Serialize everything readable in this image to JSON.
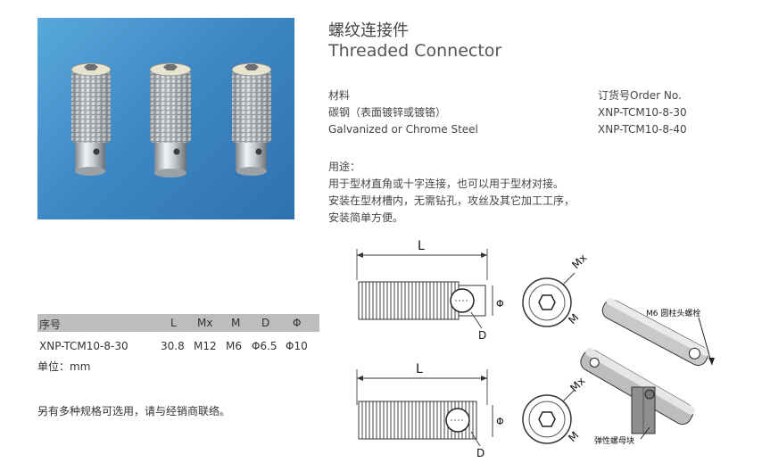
{
  "title_cn": "螺纹连接件",
  "title_en": "Threaded Connector",
  "material": {
    "label": "材料",
    "cn": "碳钢（表面镀锌或镀铬）",
    "en": "Galvanized or Chrome Steel"
  },
  "order": {
    "label": "订货号Order No.",
    "items": [
      "XNP-TCM10-8-30",
      "XNP-TCM10-8-40"
    ]
  },
  "usage": {
    "label": "用途：",
    "lines": [
      "用于型材直角或十字连接，也可以用于型材对接。",
      "安装在型材槽内，无需钻孔，攻丝及其它加工工序，",
      "安装简单方便。"
    ]
  },
  "spec": {
    "headers": [
      "序号",
      "L",
      "Mx",
      "M",
      "D",
      "Φ"
    ],
    "row": [
      "XNP-TCM10-8-30",
      "30.8",
      "M12",
      "M6",
      "Φ6.5",
      "Φ10"
    ],
    "unit": "单位：mm"
  },
  "note": "另有多种规格可选用，请与经销商联络。",
  "drawing": {
    "L": "L",
    "Mx": "Mx",
    "M": "M",
    "D": "D",
    "phi": "Φ",
    "bolt_label": "M6 圆柱头螺栓",
    "nut_label": "弹性螺母块"
  },
  "colors": {
    "photo_bg": "#3f8ac5",
    "spec_header_bg": "#bdbdbd"
  }
}
